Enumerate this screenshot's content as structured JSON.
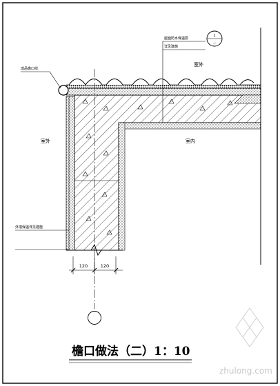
{
  "drawing": {
    "title": "檐口做法（二）1：10",
    "labels": {
      "outside_top": "室外",
      "outside_left": "室外",
      "inside": "室内",
      "eave_callout": "成品檐口线",
      "roof_note_1": "屋面防水保温层",
      "roof_note_2": "详见建施",
      "wall_note": "外墙保温详见建施"
    },
    "detail_index": {
      "number": "1",
      "sheet": "—"
    },
    "dimensions": [
      "120",
      "120"
    ]
  },
  "watermark": {
    "text": "zhulong.com"
  }
}
